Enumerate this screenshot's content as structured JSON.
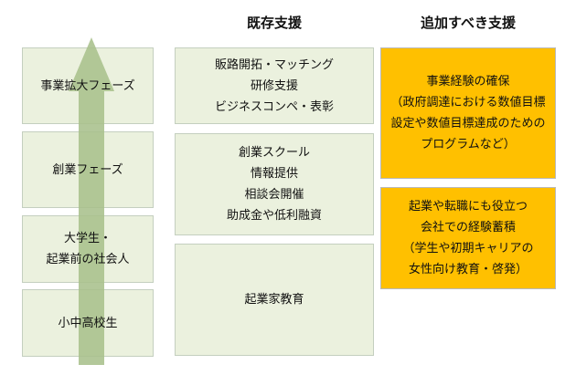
{
  "headers": {
    "existing": "既存支援",
    "additional": "追加すべき支援"
  },
  "stages": [
    {
      "label_lines": [
        "事業拡大フェーズ"
      ]
    },
    {
      "label_lines": [
        "創業フェーズ"
      ]
    },
    {
      "label_lines": [
        "大学生・",
        "起業前の社会人"
      ]
    },
    {
      "label_lines": [
        "小中高校生"
      ]
    }
  ],
  "existing_support": [
    {
      "lines": [
        "販路開拓・マッチング",
        "研修支援",
        "ビジネスコンペ・表彰"
      ]
    },
    {
      "lines": [
        "創業スクール",
        "情報提供",
        "相談会開催",
        "助成金や低利融資"
      ]
    },
    {
      "lines": [
        "起業家教育"
      ]
    }
  ],
  "additional_support": [
    {
      "lines": [
        "事業経験の確保",
        "（政府調達における数値目標",
        "設定や数値目標達成のための",
        "プログラムなど）"
      ]
    },
    {
      "lines": [
        "起業や転職にも役立つ",
        "会社での経験蓄積",
        "（学生や初期キャリアの",
        "女性向け教育・啓発）"
      ]
    }
  ],
  "colors": {
    "stage_fill": "#ebf1de",
    "existing_fill": "#ebf1de",
    "additional_fill": "#ffc000",
    "arrow_fill": "#a9c08c"
  }
}
